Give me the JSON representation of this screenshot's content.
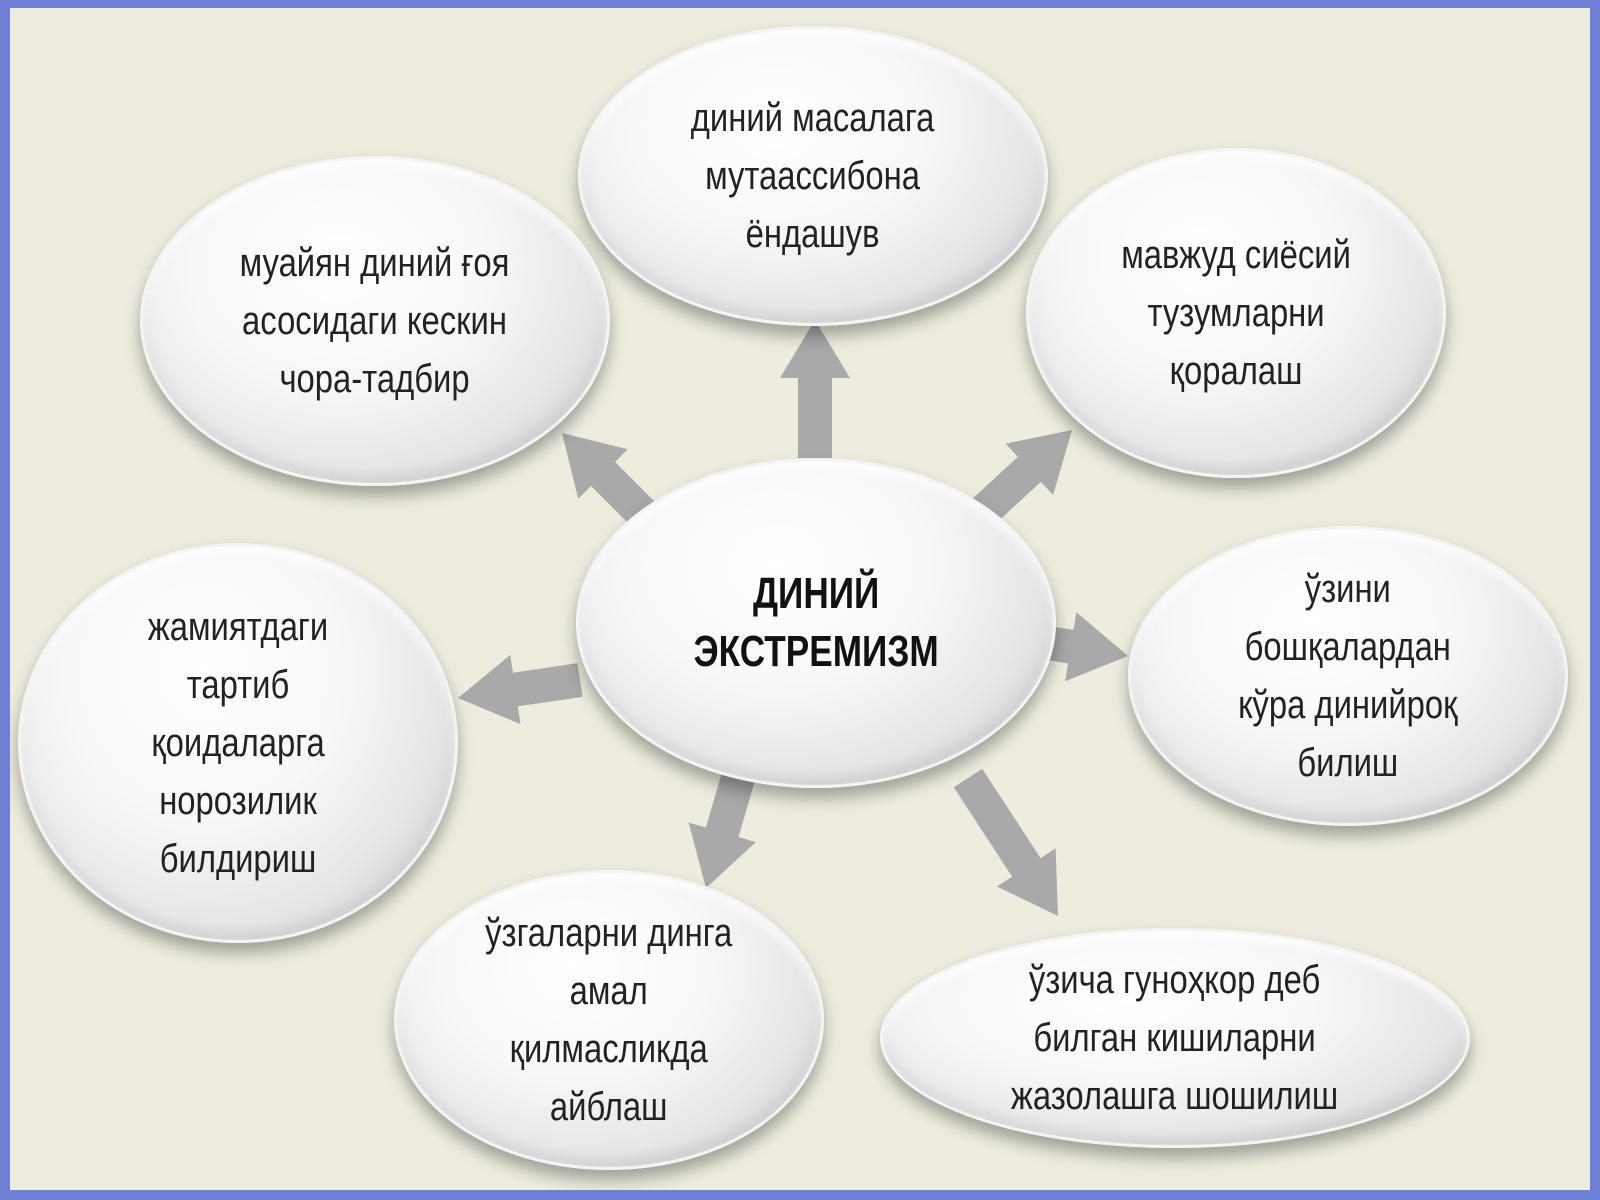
{
  "diagram": {
    "center": {
      "lines": [
        "ДИНИЙ",
        "ЭКСТРЕМИЗМ"
      ]
    },
    "nodes": [
      {
        "id": "top",
        "lines": [
          "диний масалага",
          "мутаассибона",
          "ёндашув"
        ]
      },
      {
        "id": "upper-left",
        "lines": [
          "муайян диний ғоя",
          "асосидаги кескин",
          "чора-тадбир"
        ]
      },
      {
        "id": "upper-right",
        "lines": [
          "мавжуд сиёсий",
          "тузумларни",
          "қоралаш"
        ]
      },
      {
        "id": "left",
        "lines": [
          "жамиятдаги",
          "тартиб",
          "қоидаларга",
          "норозилик",
          "билдириш"
        ]
      },
      {
        "id": "right",
        "lines": [
          "ўзини",
          "бошқалардан",
          "кўра динийроқ",
          "билиш"
        ]
      },
      {
        "id": "bottom-left",
        "lines": [
          "ўзгаларни динга",
          "амал",
          "қилмасликда",
          "айблаш"
        ]
      },
      {
        "id": "bottom-right",
        "lines": [
          "ўзича гуноҳкор деб",
          "билган кишиларни",
          "жазолашга шошилиш"
        ]
      }
    ],
    "colors": {
      "frame": "#6f7fd6",
      "background": "#edecdf",
      "arrow": "#a9a9a9"
    }
  }
}
